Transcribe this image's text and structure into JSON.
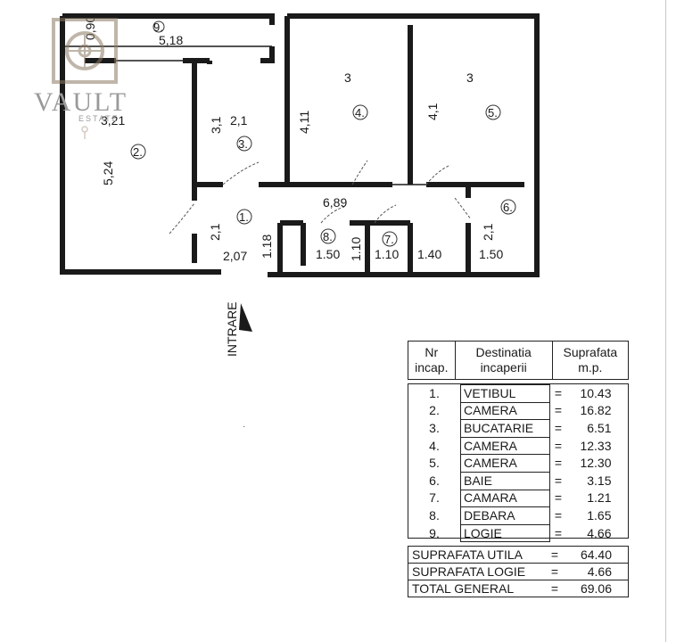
{
  "watermark": {
    "brand": "VAULT",
    "sub": "ESTATE"
  },
  "plan": {
    "entrance_label": "INTRARE",
    "room_numbers": [
      "1.",
      "2.",
      "3.",
      "4.",
      "5.",
      "6.",
      "7.",
      "8.",
      "9."
    ],
    "dimensions": {
      "logia_depth": "0,90",
      "logia_width": "5,18",
      "room2_width": "3,21",
      "room2_length": "5,24",
      "room3_length": "3,1",
      "room3_width": "2,1",
      "room4_width": "3",
      "room4_length": "4,11",
      "room5_width": "3",
      "room5_length": "4,1",
      "hall_length": "6,89",
      "hall_depth": "2,1",
      "hall_width": "2,07",
      "hall_niche": "1.18",
      "room8_width": "1.50",
      "room8_depth": "1.10",
      "room7_width": "1.10",
      "corridor_width": "1.40",
      "bath_depth": "2,1",
      "bath_width": "1.50"
    }
  },
  "legend": {
    "headers": {
      "nr": "Nr incap.",
      "dest": "Destinatia incaperii",
      "area": "Suprafata m.p."
    },
    "rows": [
      {
        "n": "1.",
        "name": "VETIBUL",
        "eq": "=",
        "area": "10.43"
      },
      {
        "n": "2.",
        "name": "CAMERA",
        "eq": "=",
        "area": "16.82"
      },
      {
        "n": "3.",
        "name": "BUCATARIE",
        "eq": "=",
        "area": "6.51"
      },
      {
        "n": "4.",
        "name": "CAMERA",
        "eq": "=",
        "area": "12.33"
      },
      {
        "n": "5.",
        "name": "CAMERA",
        "eq": "=",
        "area": "12.30"
      },
      {
        "n": "6.",
        "name": "BAIE",
        "eq": "=",
        "area": "3.15"
      },
      {
        "n": "7.",
        "name": "CAMARA",
        "eq": "=",
        "area": "1.21"
      },
      {
        "n": "8.",
        "name": "DEBARA",
        "eq": "=",
        "area": "1.65"
      },
      {
        "n": "9.",
        "name": "LOGIE",
        "eq": "=",
        "area": "4.66"
      }
    ],
    "summary": [
      {
        "label": "SUPRAFATA UTILA",
        "eq": "=",
        "value": "64.40"
      },
      {
        "label": "SUPRAFATA LOGIE",
        "eq": "=",
        "value": "4.66"
      },
      {
        "label": "TOTAL GENERAL",
        "eq": "=",
        "value": "69.06"
      }
    ]
  }
}
